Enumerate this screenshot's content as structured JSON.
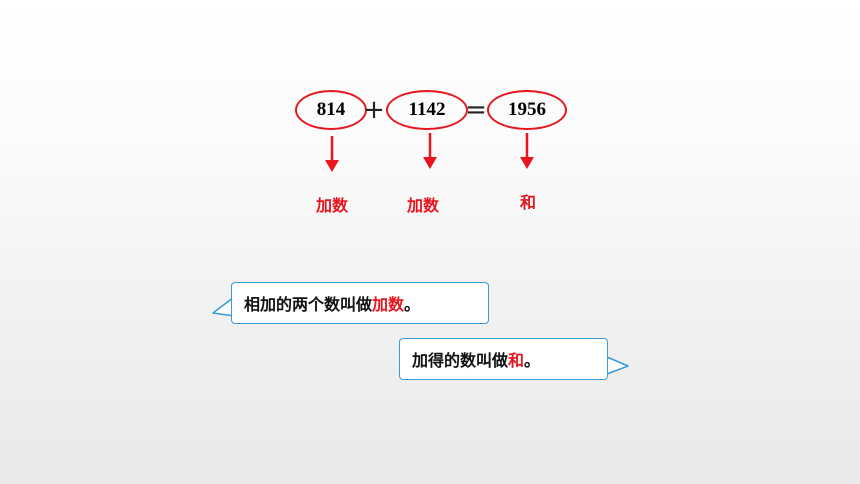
{
  "equation": {
    "addend1": "814",
    "plus": "+",
    "addend2": "1142",
    "equals": "=",
    "sum": "1956"
  },
  "labels": {
    "addend1": "加数",
    "addend2": "加数",
    "sum": "和"
  },
  "bubbles": {
    "addend_def": {
      "prefix": "相加的两个数叫做",
      "highlight": "加数",
      "suffix": "。"
    },
    "sum_def": {
      "prefix": "加得的数叫做",
      "highlight": "和",
      "suffix": "。"
    }
  },
  "colors": {
    "accent_red": "#e8141e",
    "bubble_border": "#3a9ad9"
  }
}
